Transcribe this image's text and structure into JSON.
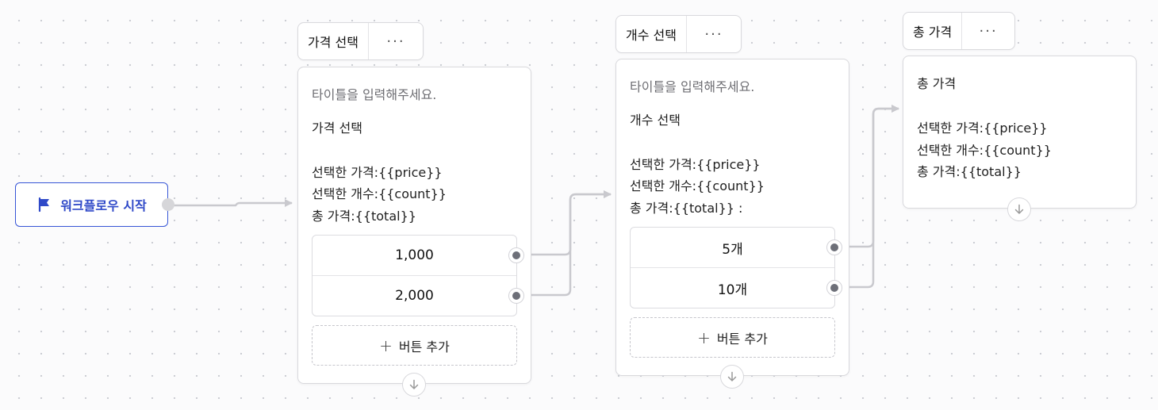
{
  "start_node": {
    "label": "워크플로우 시작",
    "icon": "flag-icon",
    "accent": "#3655d6"
  },
  "nodes": [
    {
      "header_title": "가격 선택",
      "more_label": "···",
      "title_placeholder": "타이틀을 입력해주세요.",
      "body_lines": [
        "가격 선택",
        "",
        "선택한 가격:{{price}}",
        "선택한 개수:{{count}}",
        "총 가격:{{total}}"
      ],
      "buttons": [
        "1,000",
        "2,000"
      ],
      "add_button_label": "버튼 추가"
    },
    {
      "header_title": "개수 선택",
      "more_label": "···",
      "title_placeholder": "타이틀을 입력해주세요.",
      "body_lines": [
        "개수 선택",
        "",
        "선택한 가격:{{price}}",
        "선택한 개수:{{count}}",
        "총 가격:{{total}} :"
      ],
      "buttons": [
        "5개",
        "10개"
      ],
      "add_button_label": "버튼 추가"
    },
    {
      "header_title": "총 가격",
      "more_label": "···",
      "body_lines": [
        "총 가격",
        "",
        "선택한 가격:{{price}}",
        "선택한 개수:{{count}}",
        "총 가격:{{total}}"
      ]
    }
  ],
  "colors": {
    "edge": "#c9c9ce",
    "handle_dot": "#6d6f78",
    "canvas_dot": "#c9ccd2"
  }
}
